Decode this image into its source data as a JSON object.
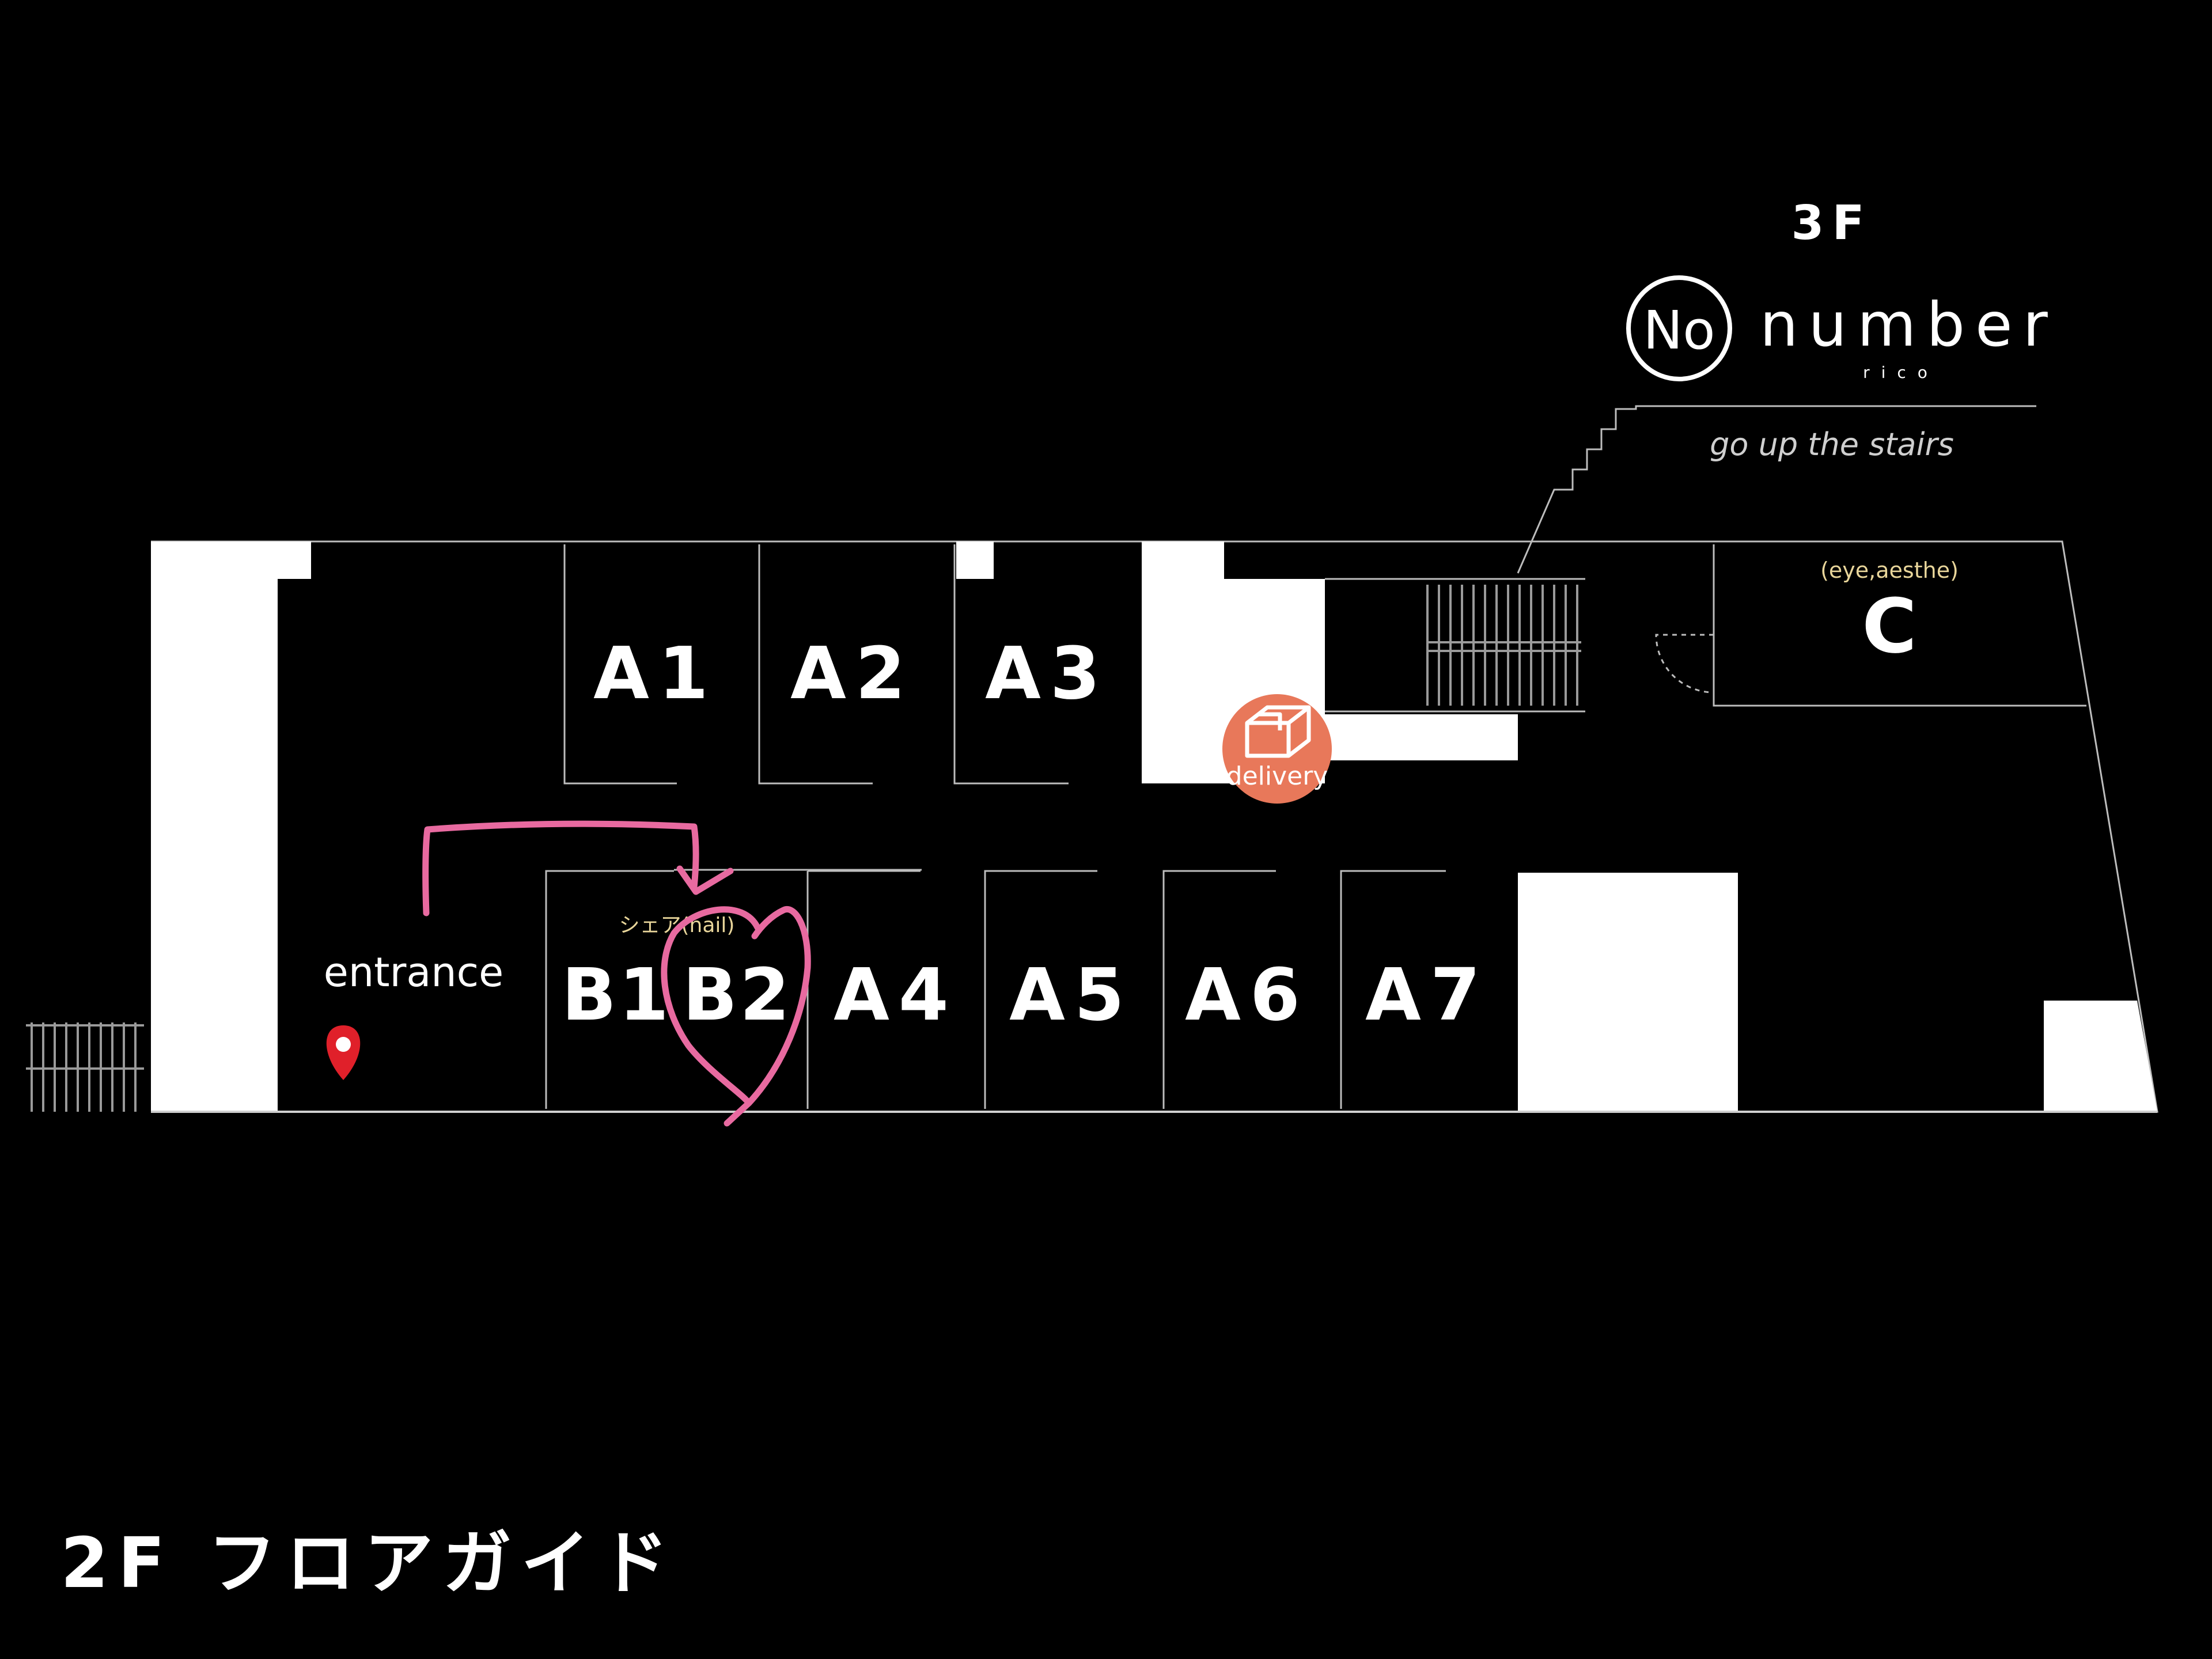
{
  "floor_title": "2F フロアガイド",
  "upper_floor": {
    "label": "3F",
    "brand_symbol": "No",
    "brand_name": "number",
    "brand_sub": "rico",
    "directions": "go up the stairs"
  },
  "rooms": {
    "a1": "A1",
    "a2": "A2",
    "a3": "A3",
    "a4": "A4",
    "a5": "A5",
    "a6": "A6",
    "a7": "A7",
    "b1": "B1",
    "b2": "B2",
    "c": "C"
  },
  "annotations": {
    "c_note": "(eye,aesthe)",
    "b2_note": "シェア(nail)",
    "entrance": "entrance",
    "delivery": "delivery"
  },
  "colors": {
    "background": "#000000",
    "walls": "#ffffff",
    "delivery_badge": "#e8785a",
    "location_pin": "#e0202a",
    "highlight_marker": "#e86aa0",
    "note_text": "#e8d59a"
  },
  "icons": {
    "location": "location-pin-icon",
    "delivery": "package-icon",
    "highlight": "heart-marker",
    "route": "route-arrow",
    "stairs": "stairs-icon"
  }
}
